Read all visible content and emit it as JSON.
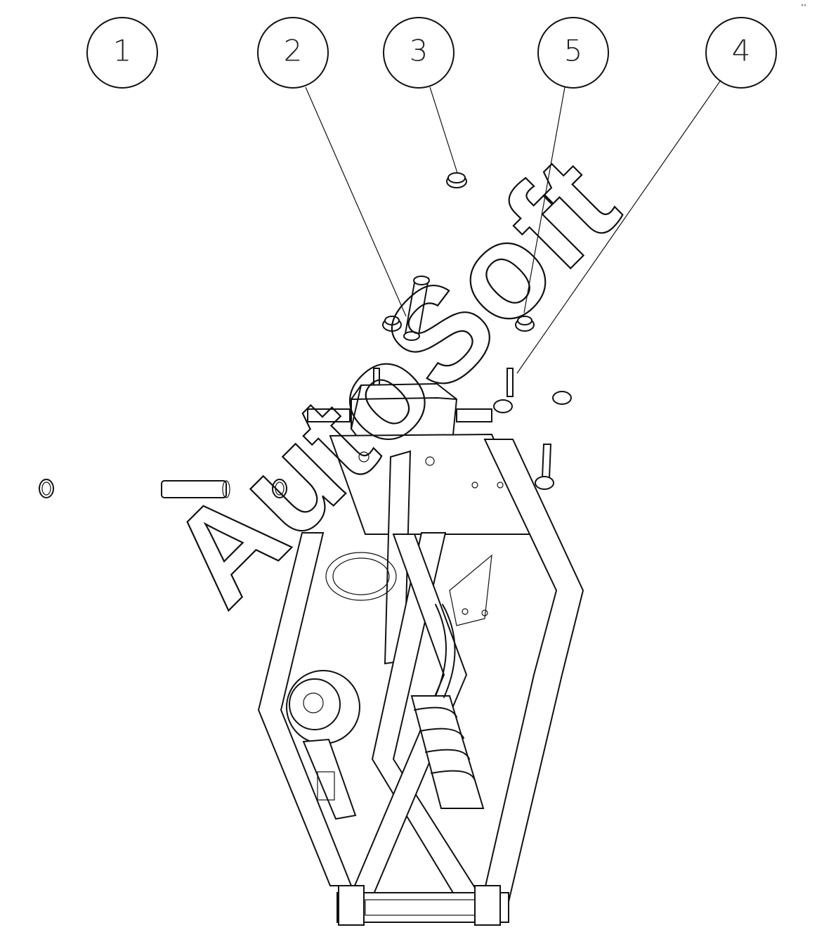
{
  "callouts": [
    {
      "label": "1"
    },
    {
      "label": "2"
    },
    {
      "label": "3"
    },
    {
      "label": "5"
    },
    {
      "label": "4"
    }
  ],
  "watermark": "AutoSoft",
  "corner_mark": "°°"
}
